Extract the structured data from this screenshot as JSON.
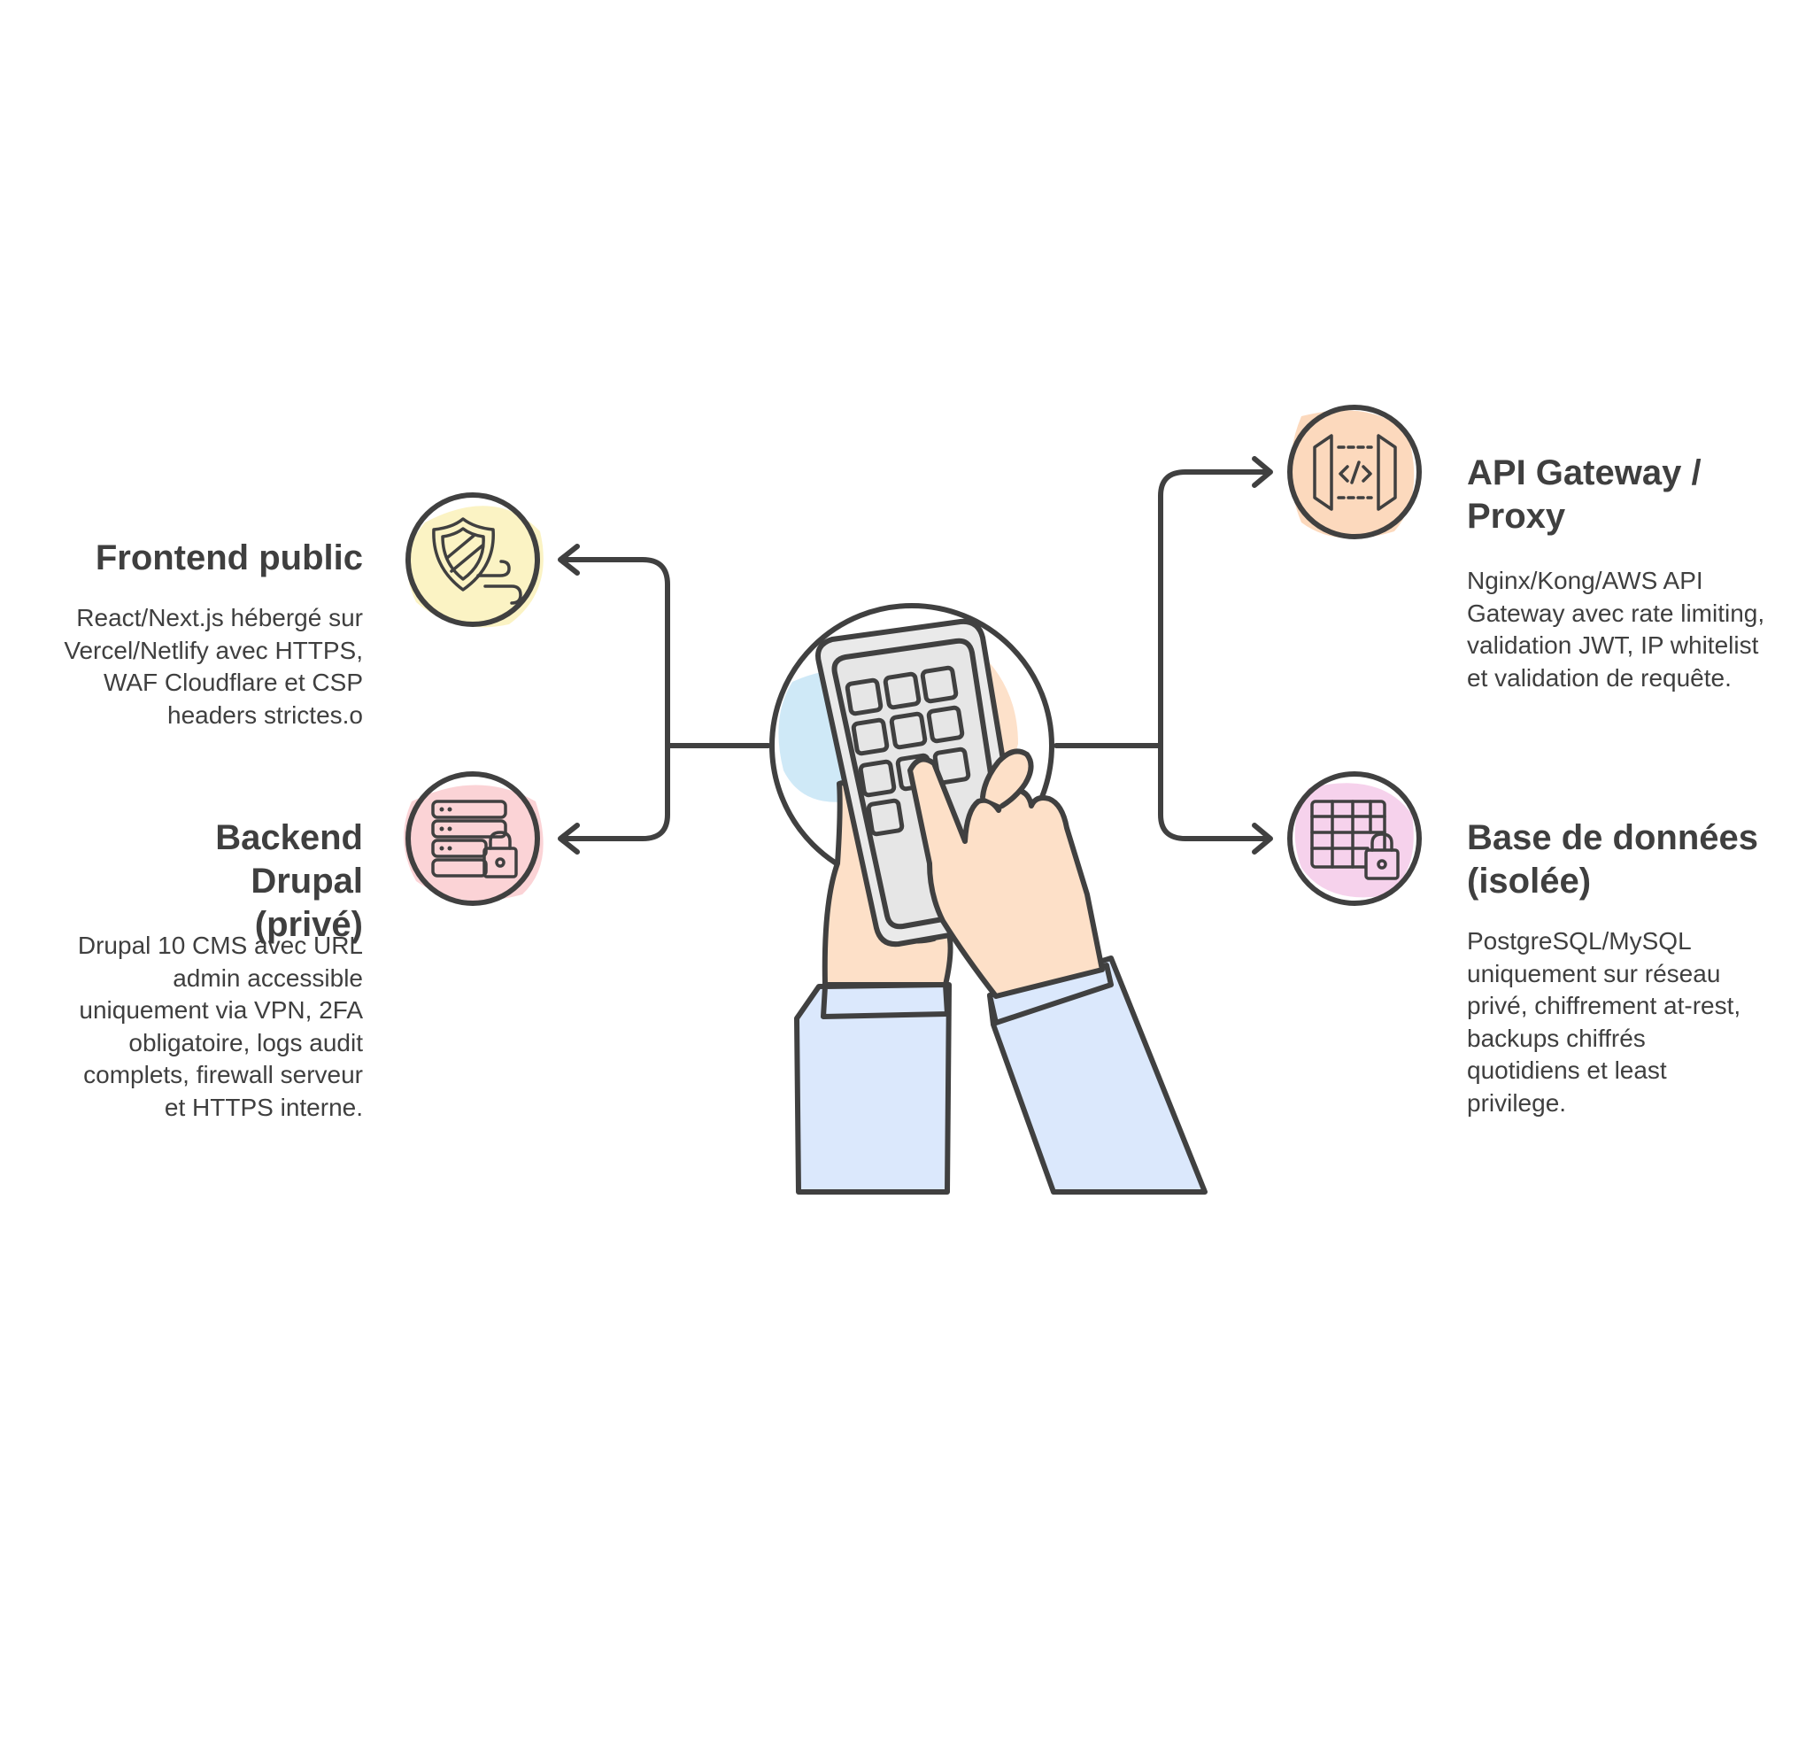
{
  "nodes": {
    "frontend": {
      "title": "Frontend public",
      "description": "React/Next.js hébergé sur Vercel/Netlify avec HTTPS, WAF Cloudflare et CSP headers strictes.o",
      "icon": "shield-icon",
      "color": "#fbf3c4"
    },
    "backend": {
      "title": "Backend Drupal (privé)",
      "description": "Drupal 10 CMS avec URL admin accessible uniquement via VPN, 2FA obligatoire, logs audit complets, firewall serveur et HTTPS interne.",
      "icon": "server-lock-icon",
      "color": "#fbd3d6"
    },
    "gateway": {
      "title": "API Gateway / Proxy",
      "description": "Nginx/Kong/AWS API Gateway avec rate limiting, validation JWT, IP whitelist et validation de requête.",
      "icon": "code-gateway-icon",
      "color": "#fcd9bd"
    },
    "database": {
      "title": "Base de données (isolée)",
      "description": "PostgreSQL/MySQL uniquement sur réseau privé, chiffrement at-rest, backups chiffrés quotidiens et least privilege.",
      "icon": "database-lock-icon",
      "color": "#f6d2ec"
    }
  },
  "center": {
    "icon": "hands-keypad-icon",
    "colors": {
      "sleeve": "#dbe8fc",
      "skin": "#fde0c8",
      "device": "#eaeaea",
      "splash": "#cfe9f7"
    }
  },
  "stroke_color": "#404040"
}
